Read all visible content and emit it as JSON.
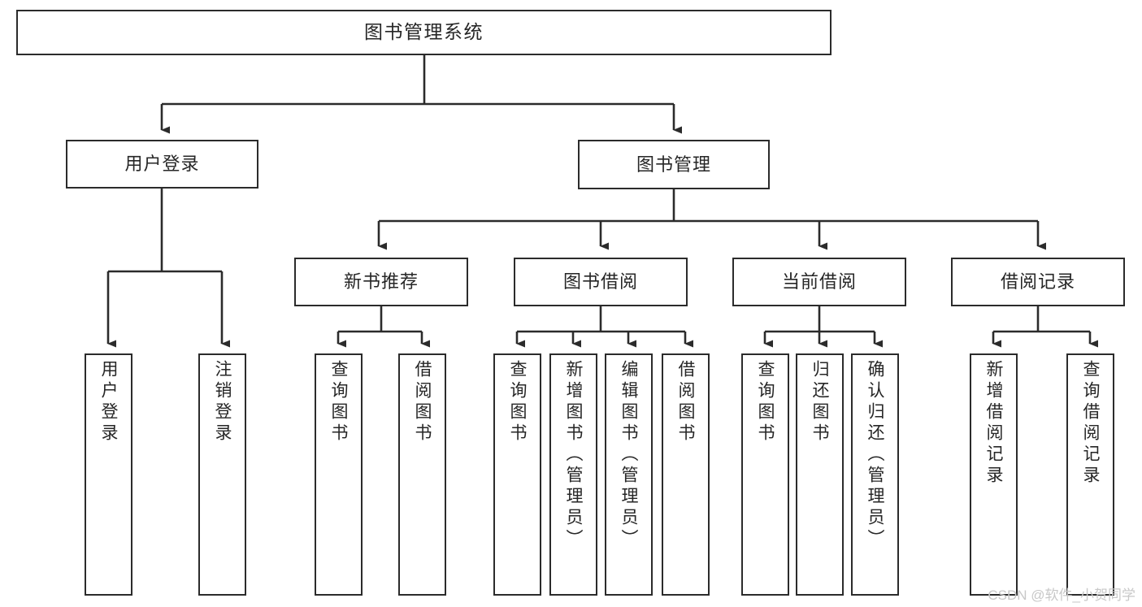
{
  "diagram": {
    "title": "图书管理系统",
    "type": "tree-hierarchy",
    "orientation": "top-down",
    "colors": {
      "background": "#ffffff",
      "box_border": "#2b2b2b",
      "box_fill": "#ffffff",
      "text": "#262626",
      "connector": "#2b2b2b",
      "watermark": "#c8c8c8"
    },
    "root": {
      "label": "图书管理系统"
    },
    "level2": [
      {
        "label": "用户登录"
      },
      {
        "label": "图书管理"
      }
    ],
    "level3": [
      {
        "label": "新书推荐"
      },
      {
        "label": "图书借阅"
      },
      {
        "label": "当前借阅"
      },
      {
        "label": "借阅记录"
      }
    ],
    "leaves": {
      "user_login": [
        {
          "label": "用户登录"
        },
        {
          "label": "注销登录"
        }
      ],
      "new_book_recommend": [
        {
          "label": "查询图书"
        },
        {
          "label": "借阅图书"
        }
      ],
      "book_borrow": [
        {
          "label": "查询图书"
        },
        {
          "label": "新增图书（管理员）"
        },
        {
          "label": "编辑图书（管理员）"
        },
        {
          "label": "借阅图书"
        }
      ],
      "current_borrow": [
        {
          "label": "查询图书"
        },
        {
          "label": "归还图书"
        },
        {
          "label": "确认归还（管理员）"
        }
      ],
      "borrow_record": [
        {
          "label": "新增借阅记录"
        },
        {
          "label": "查询借阅记录"
        }
      ]
    }
  },
  "watermark": {
    "text": "CSDN @软件_小贺同学"
  }
}
